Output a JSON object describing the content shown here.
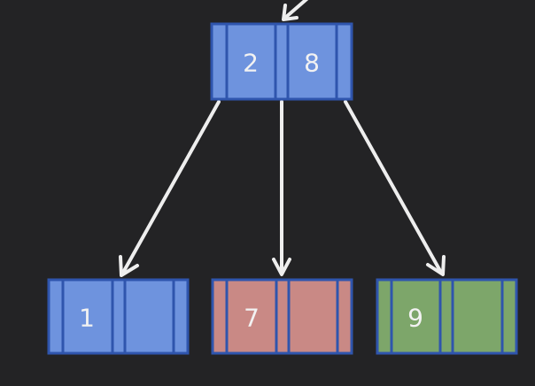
{
  "colors": {
    "background": "#232325",
    "blue_fill": "#6e93de",
    "blue_border": "#2f55ad",
    "red_fill": "#c98985",
    "red_border": "#2f55ad",
    "green_fill": "#7da66a",
    "green_border": "#2f55ad",
    "arrow": "#eeeeee"
  },
  "tree": {
    "root": {
      "keys": [
        "2",
        "8"
      ],
      "color": "blue"
    },
    "children": [
      {
        "keys": [
          "1",
          ""
        ],
        "color": "blue"
      },
      {
        "keys": [
          "7",
          ""
        ],
        "color": "red"
      },
      {
        "keys": [
          "9",
          ""
        ],
        "color": "green"
      }
    ]
  }
}
